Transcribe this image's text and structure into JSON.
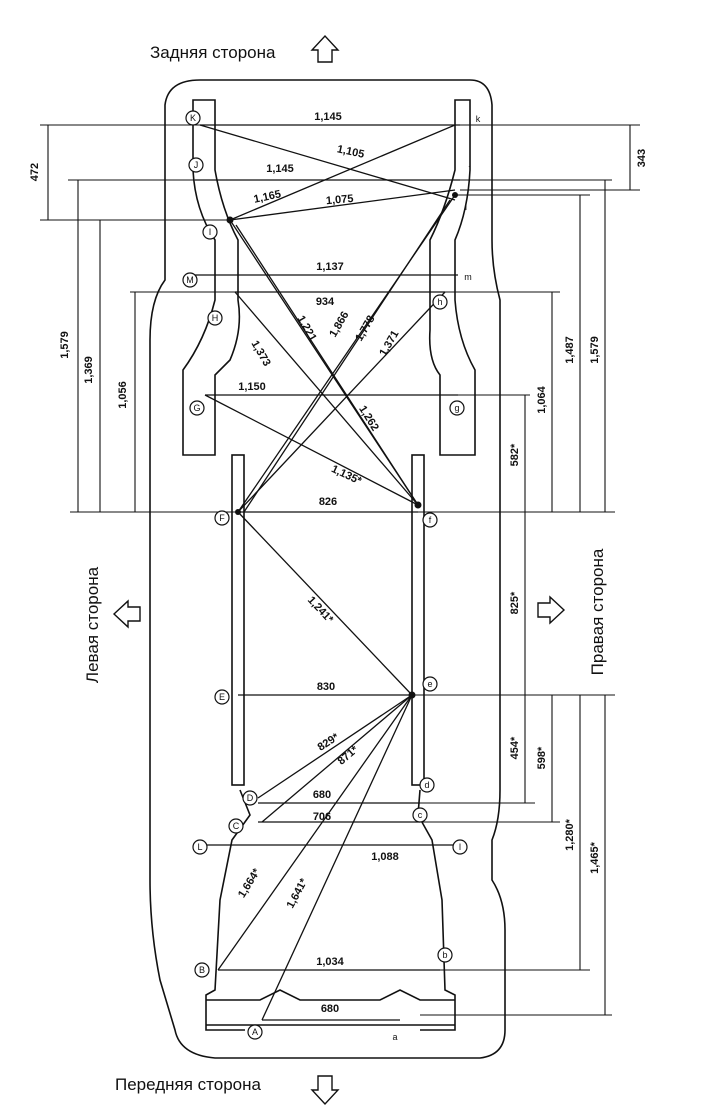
{
  "labels": {
    "rear": "Задняя сторона",
    "front": "Передняя сторона",
    "left": "Левая сторона",
    "right": "Правая сторона"
  },
  "horizontal_dims": {
    "k_top": "1,145",
    "j_row": "1,145",
    "diag_i_j": "1,165",
    "diag_k": "1,105",
    "diag_i_rj": "1,075",
    "h_row": "1,137",
    "h2_row": "934",
    "g_row": "1,150",
    "f_row": "826",
    "e_row": "830",
    "d_row": "680",
    "c_row": "706",
    "l_row": "1,088",
    "b_row": "1,034",
    "a_row": "680",
    "diag_f_e": "1,241*",
    "diag_e_d": "829*",
    "diag_e_c": "871*",
    "diag_b": "1,664*",
    "diag_a": "1,641*",
    "diag_f_g": "1,135*",
    "diag_1373": "1,373",
    "diag_1221": "1,221",
    "diag_1866": "1,866",
    "diag_1778": "1,778",
    "diag_1371": "1,371",
    "diag_1262": "1,262"
  },
  "vertical_dims": {
    "v472": "472",
    "v1579l": "1,579",
    "v1369": "1,369",
    "v1056": "1,056",
    "v343": "343",
    "v1579r": "1,579",
    "v1487": "1,487",
    "v1064": "1,064",
    "v582": "582*",
    "v825": "825*",
    "v454": "454*",
    "v598": "598*",
    "v1280": "1,280*",
    "v1465": "1,465*"
  },
  "points": {
    "K": "K",
    "J": "J",
    "I": "I",
    "H": "H",
    "M": "M",
    "G": "G",
    "F": "F",
    "E": "E",
    "D": "D",
    "C": "C",
    "L": "L",
    "B": "B",
    "A": "A",
    "k": "k",
    "j": "j",
    "i": "i",
    "h": "h",
    "m": "m",
    "g": "g",
    "f": "f",
    "e": "e",
    "d": "d",
    "c": "c",
    "l": "l",
    "b": "b",
    "a": "a"
  },
  "colors": {
    "ink": "#111111",
    "paper": "#ffffff"
  },
  "icons": [
    "arrow-up-outline-icon",
    "arrow-down-outline-icon",
    "arrow-left-outline-icon",
    "arrow-right-outline-icon"
  ]
}
